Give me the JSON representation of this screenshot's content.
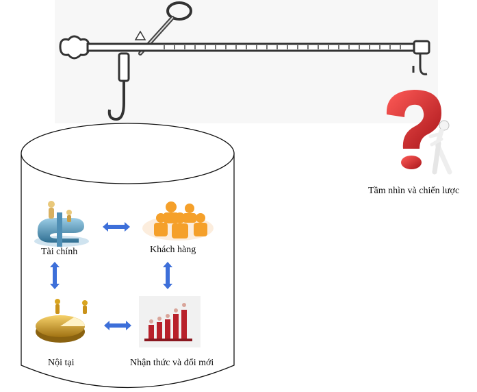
{
  "diagram": {
    "vision_label": "Tầm nhìn và chiến lược",
    "quadrants": {
      "finance": {
        "label": "Tài chính",
        "icon": "dollar-sign-people-icon"
      },
      "customer": {
        "label": "Khách hàng",
        "icon": "people-group-icon"
      },
      "internal": {
        "label": "Nội tại",
        "icon": "pie-chart-people-icon"
      },
      "learning": {
        "label": "Nhận thức và đổi mới",
        "icon": "bar-chart-people-icon"
      }
    },
    "colors": {
      "arrow": "#3d6fd9",
      "question_mark": "#d42a28",
      "customer_people": "#f5a02a",
      "finance_symbol": "#4f8fb5",
      "pie": "#d9a520",
      "bars": "#b8202a"
    }
  }
}
